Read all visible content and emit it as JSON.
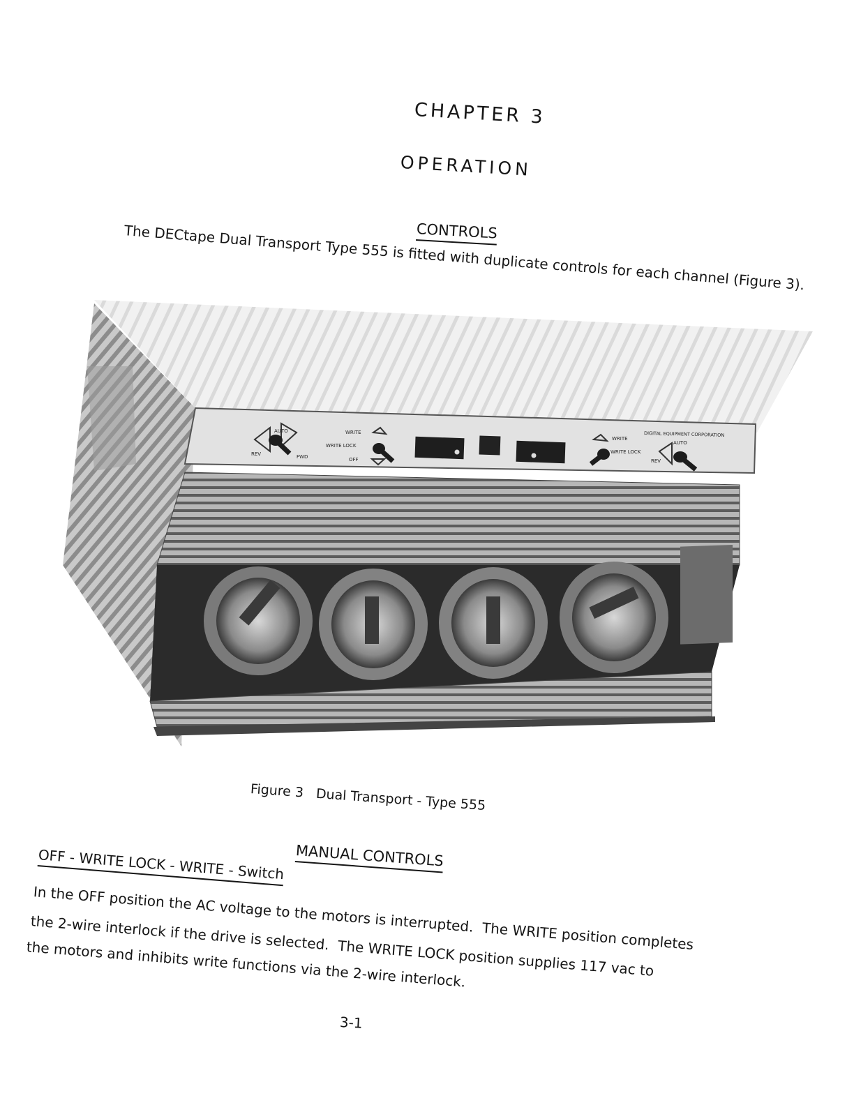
{
  "header": {
    "chapter": "CHAPTER 3",
    "title": "OPERATION"
  },
  "controls_section": {
    "heading": "CONTROLS",
    "intro": "The DECtape Dual Transport Type 555 is fitted with duplicate controls for each channel (Figure 3)."
  },
  "figure": {
    "caption": "Figure 3   Dual Transport - Type 555",
    "panel_labels": {
      "brand": "DIGITAL EQUIPMENT CORPORATION",
      "auto_left": "AUTO",
      "rev_left": "REV",
      "fwd_left": "FWD",
      "write_left": "WRITE",
      "write_lock_left": "WRITE LOCK",
      "off_left": "OFF",
      "write_right": "WRITE",
      "write_lock_right": "WRITE LOCK",
      "auto_right": "AUTO",
      "rev_right": "REV"
    }
  },
  "manual_section": {
    "heading": "MANUAL CONTROLS",
    "subheading": "OFF - WRITE LOCK - WRITE - Switch",
    "lines": [
      "In the OFF position the AC voltage to the motors is interrupted.  The WRITE position completes",
      "the 2-wire interlock if the drive is selected.  The WRITE LOCK position supplies 117 vac to",
      "the motors and inhibits write functions via the 2-wire interlock."
    ]
  },
  "footer": {
    "page_number": "3-1"
  }
}
